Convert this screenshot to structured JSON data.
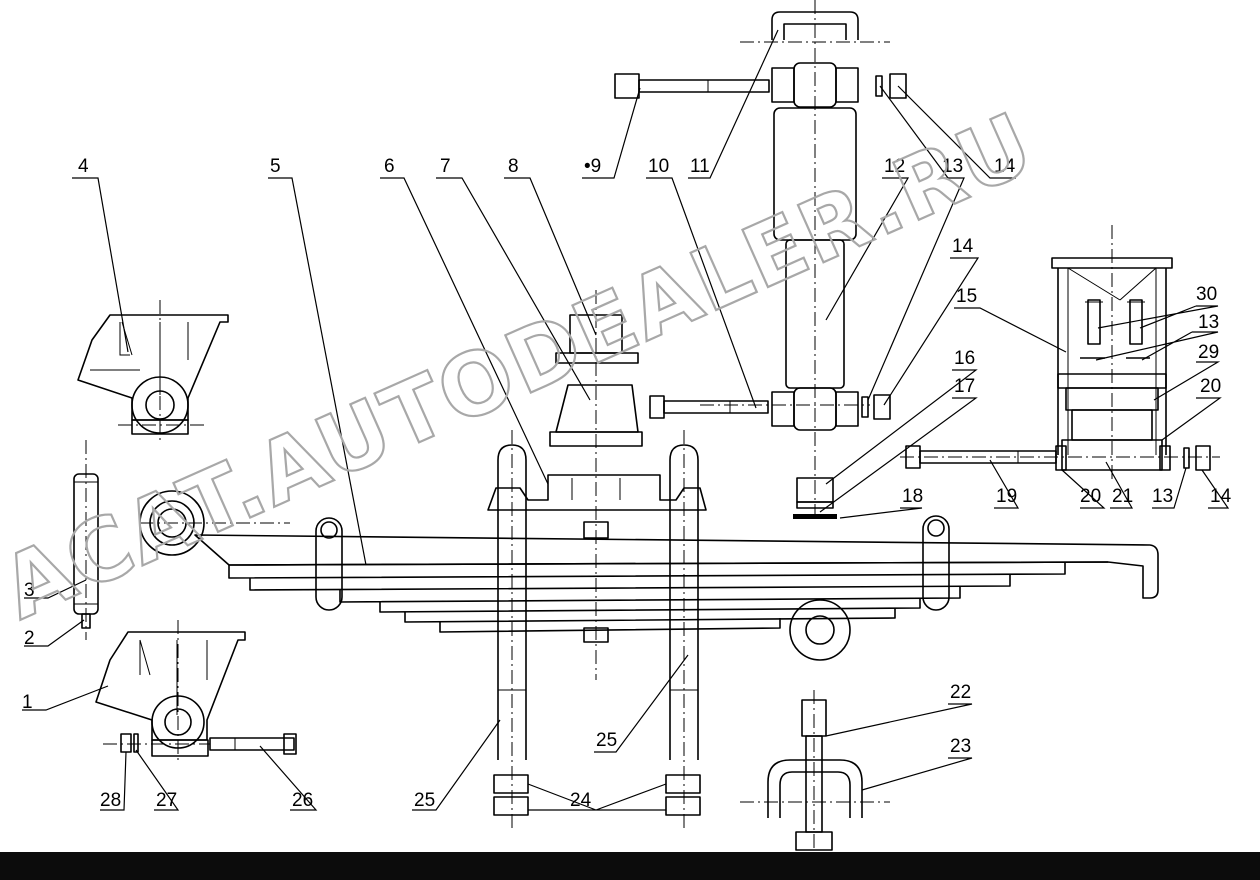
{
  "watermark": "ACAT.AUTODEALER.RU",
  "colors": {
    "line": "#000000",
    "background": "#ffffff",
    "watermark": "#a8a8a8",
    "bottom_bar": "#0c0c0c"
  },
  "callouts": [
    "1",
    "2",
    "3",
    "4",
    "5",
    "6",
    "7",
    "8",
    "•9",
    "10",
    "11",
    "12",
    "13",
    "14",
    "14",
    "15",
    "16",
    "17",
    "18",
    "19",
    "20",
    "21",
    "13",
    "14",
    "30",
    "13",
    "29",
    "20",
    "22",
    "23",
    "24",
    "25",
    "25",
    "26",
    "27",
    "28"
  ]
}
